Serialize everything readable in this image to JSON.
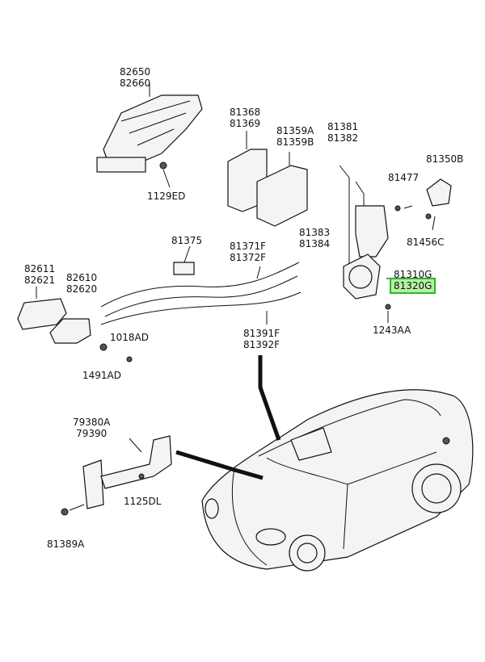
{
  "labels": {
    "outside_handle": [
      "82650",
      "82660"
    ],
    "bolt_1129ed": [
      "1129ED"
    ],
    "actuator": [
      "81368",
      "81369"
    ],
    "bracket": [
      "81359A",
      "81359B"
    ],
    "lock_rod": [
      "81381",
      "81382"
    ],
    "striker": [
      "81350B"
    ],
    "screw_81477": [
      "81477"
    ],
    "bolt_81456c": [
      "81456C"
    ],
    "latch": [
      "81383",
      "81384"
    ],
    "latch_cover": [
      "81310G"
    ],
    "latch_cover_highlight": [
      "81320G"
    ],
    "screw_1243aa": [
      "1243AA"
    ],
    "cable_clip": [
      "81375"
    ],
    "cable_upper": [
      "81371F",
      "81372F"
    ],
    "cable_lower": [
      "81391F",
      "81392F"
    ],
    "inside_handle": [
      "82611",
      "82621"
    ],
    "handle_housing": [
      "82610",
      "82620"
    ],
    "nut_1018ad": [
      "1018AD"
    ],
    "screw_1491ad": [
      "1491AD"
    ],
    "door_checker": [
      "79380A",
      "79390"
    ],
    "bolt_1125dl": [
      "1125DL"
    ],
    "bolt_81389a": [
      "81389A"
    ]
  },
  "highlight_color": "#2fb52a"
}
